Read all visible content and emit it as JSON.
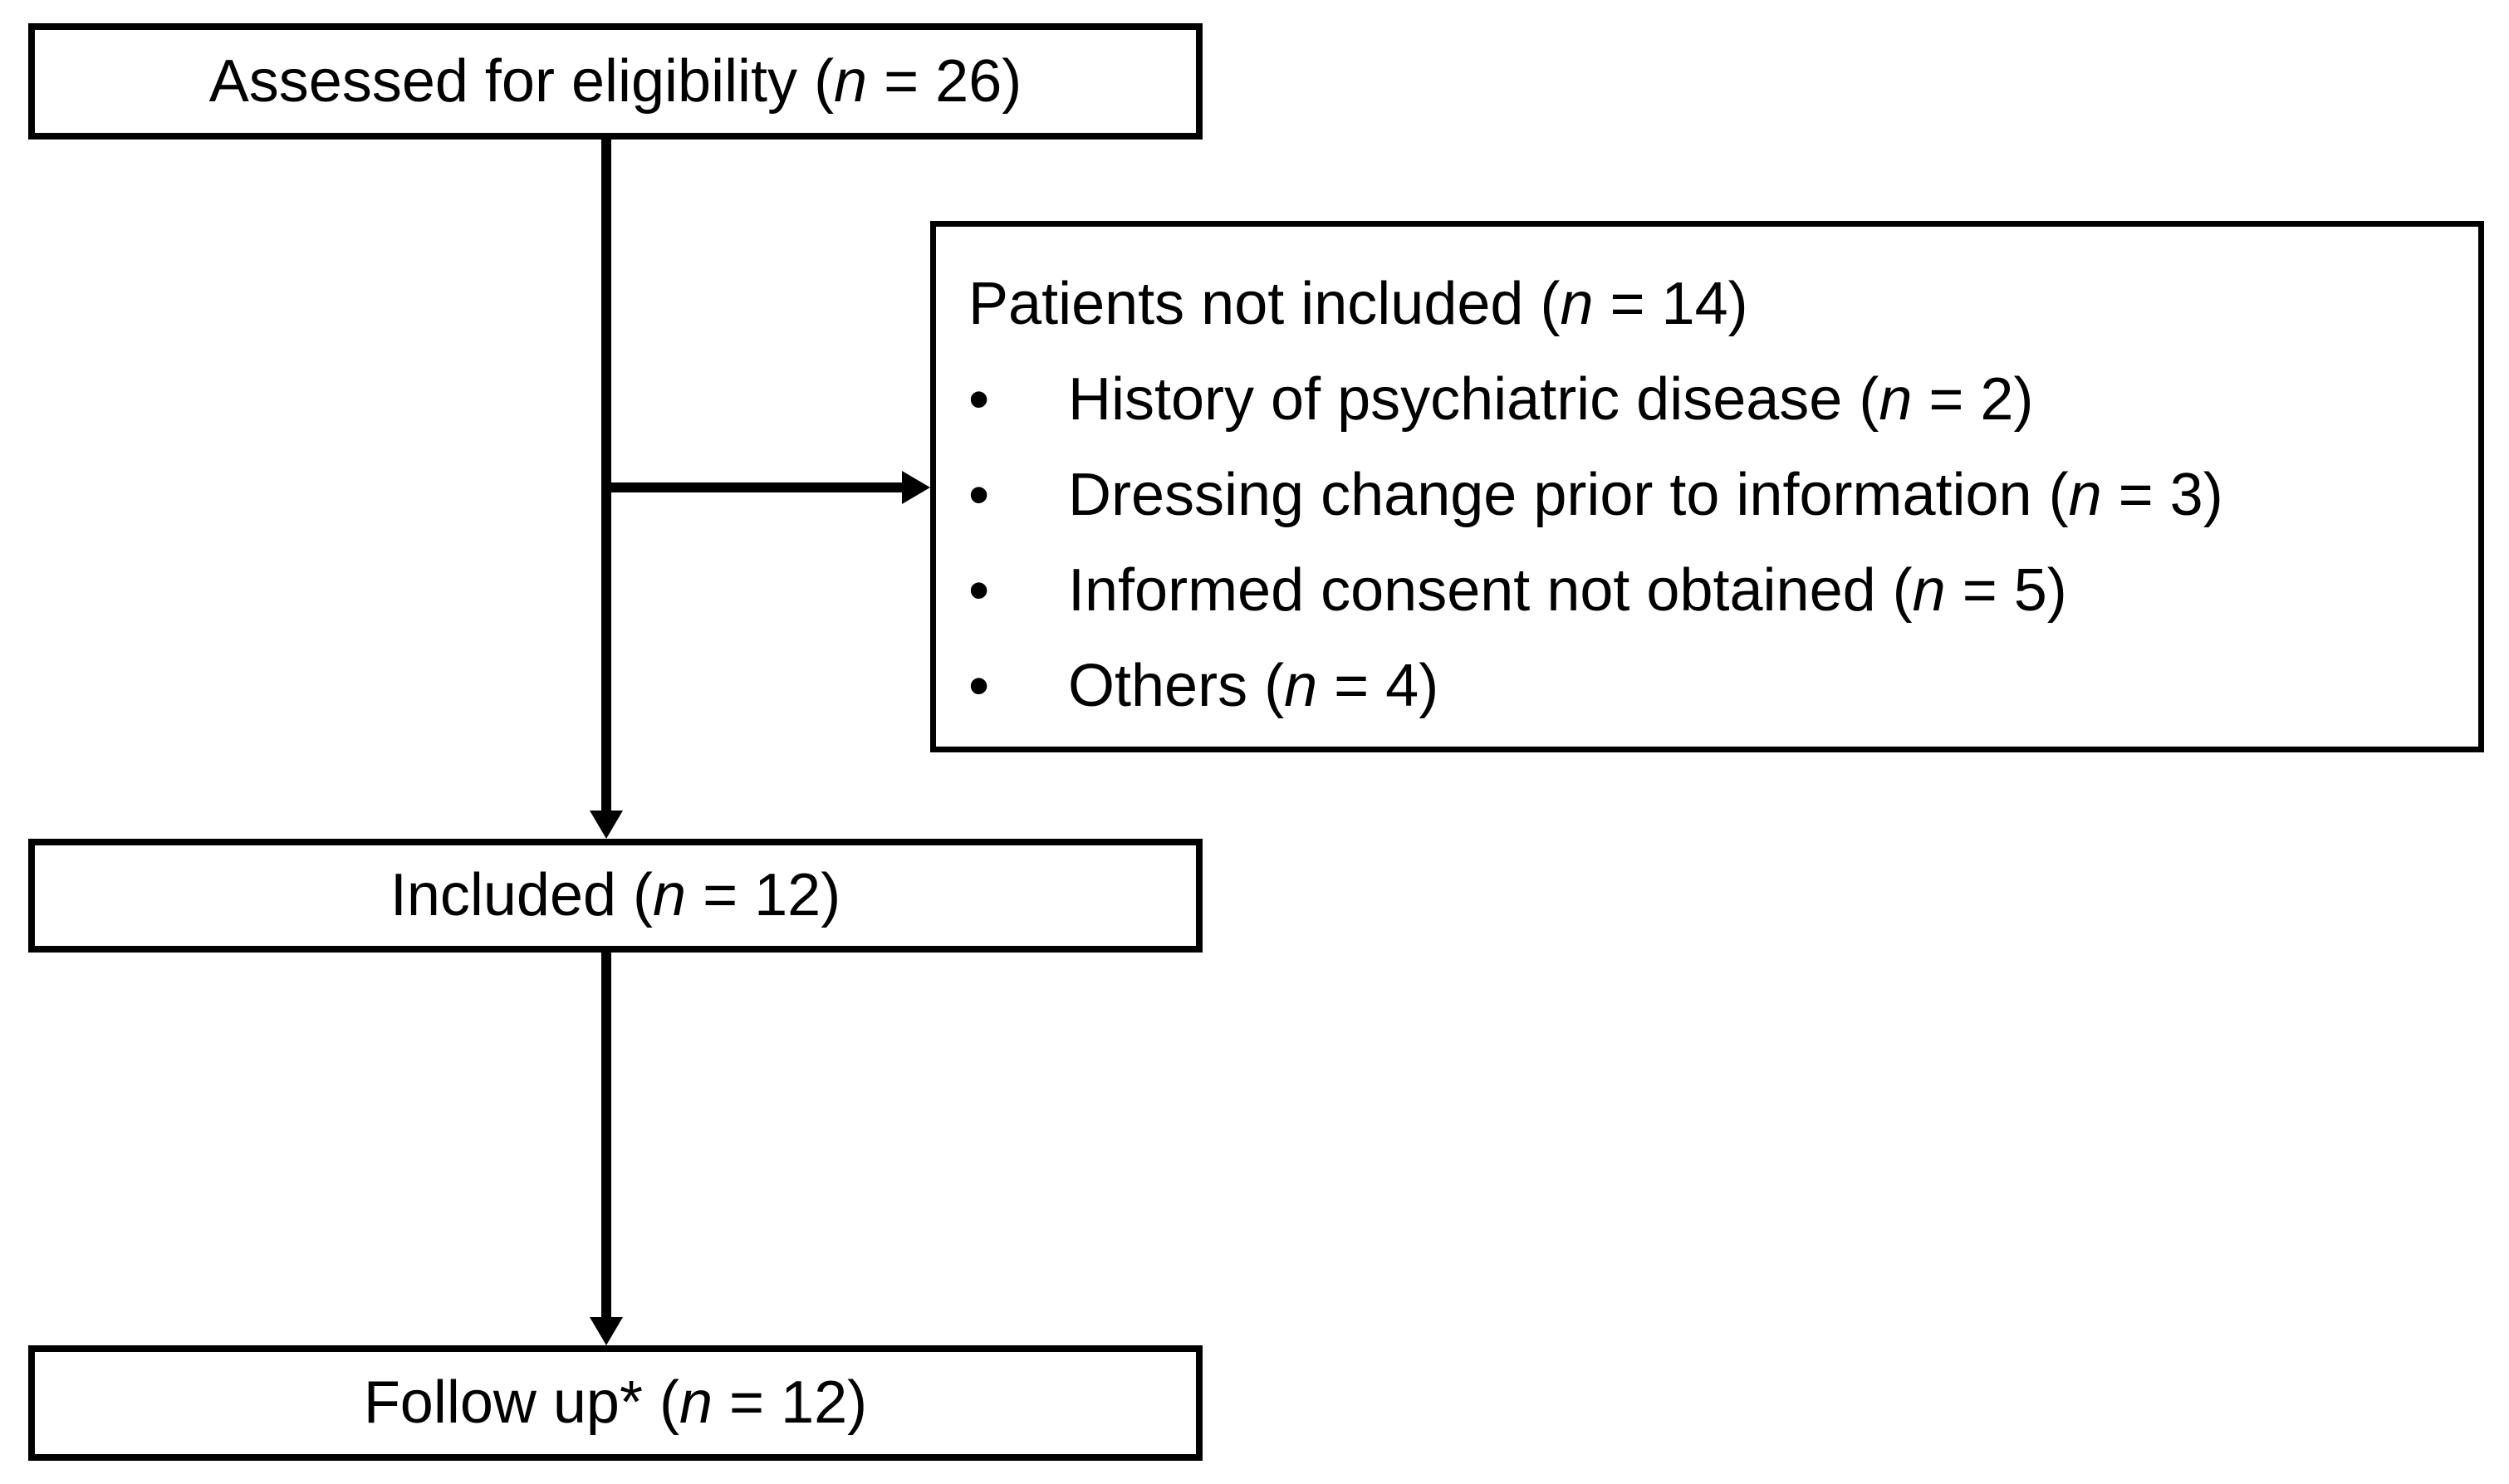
{
  "page": {
    "background_color": "#ffffff",
    "ink_color": "#000000"
  },
  "flowchart": {
    "boxes": {
      "assessed": {
        "pre": "Assessed for eligibility (",
        "n": "n",
        "post": " = 26)"
      },
      "not_included": {
        "heading": {
          "pre": "Patients not included (",
          "n": "n",
          "post": " = 14)"
        },
        "bullet_char": "•",
        "items": [
          {
            "pre": "History of psychiatric disease (",
            "n": "n",
            "post": " = 2)"
          },
          {
            "pre": "Dressing change prior to information (",
            "n": "n",
            "post": " = 3)"
          },
          {
            "pre": "Informed consent not obtained (",
            "n": "n",
            "post": " = 5)"
          },
          {
            "pre": "Others (",
            "n": "n",
            "post": " = 4)"
          }
        ]
      },
      "included": {
        "pre": "Included (",
        "n": "n",
        "post": " = 12)"
      },
      "follow_up": {
        "pre": "Follow up* (",
        "n": "n",
        "post": " = 12)"
      }
    }
  }
}
